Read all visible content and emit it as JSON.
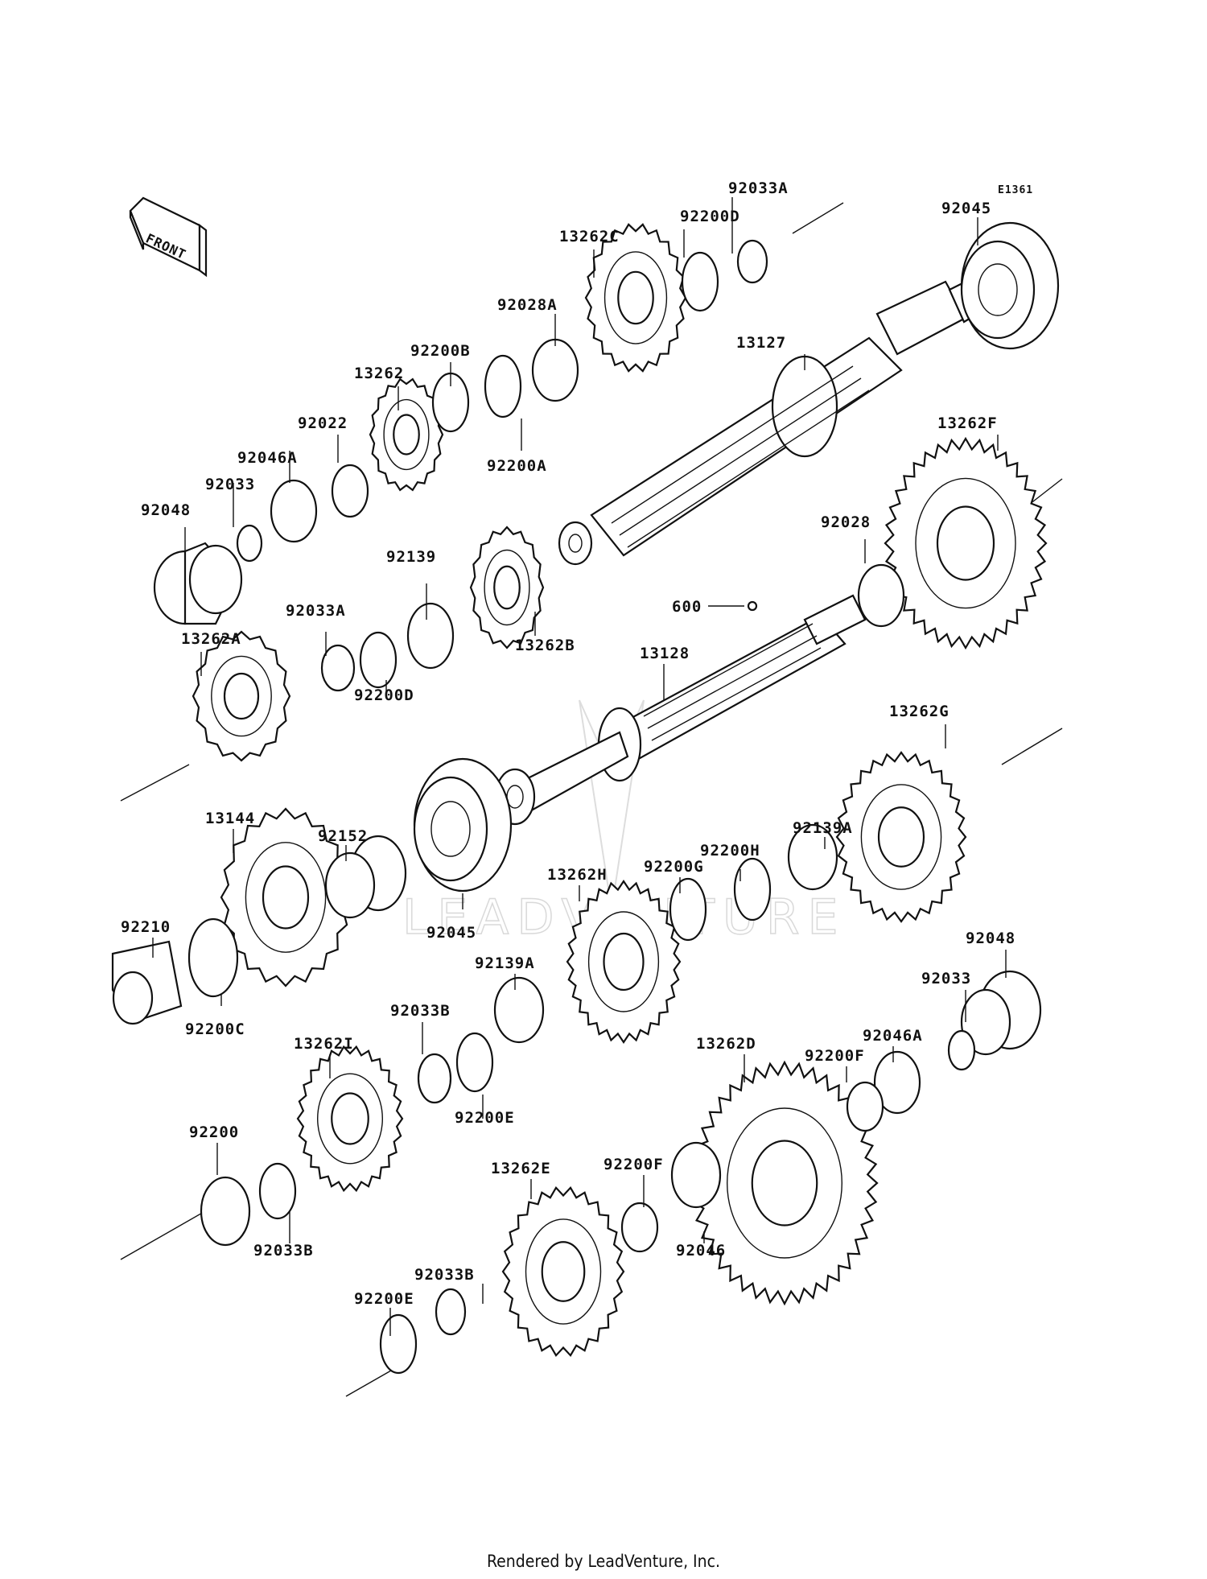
{
  "diagram_code": "E1361",
  "front_label": "FRONT",
  "watermark_text": "LEADVENTURE",
  "footer": "Rendered by LeadVenture, Inc.",
  "parts": [
    {
      "id": "92033A"
    },
    {
      "id": "92200D"
    },
    {
      "id": "13262C"
    },
    {
      "id": "92045"
    },
    {
      "id": "92028A"
    },
    {
      "id": "13127"
    },
    {
      "id": "92200B"
    },
    {
      "id": "13262"
    },
    {
      "id": "92200A"
    },
    {
      "id": "92022"
    },
    {
      "id": "92046A"
    },
    {
      "id": "92033"
    },
    {
      "id": "92048"
    },
    {
      "id": "13262F"
    },
    {
      "id": "92028"
    },
    {
      "id": "92139"
    },
    {
      "id": "92033A"
    },
    {
      "id": "13262B"
    },
    {
      "id": "600"
    },
    {
      "id": "13262A"
    },
    {
      "id": "13128"
    },
    {
      "id": "92200D"
    },
    {
      "id": "13262G"
    },
    {
      "id": "92152"
    },
    {
      "id": "13144"
    },
    {
      "id": "92139A"
    },
    {
      "id": "92200H"
    },
    {
      "id": "92200G"
    },
    {
      "id": "13262H"
    },
    {
      "id": "92045"
    },
    {
      "id": "92210"
    },
    {
      "id": "92139A"
    },
    {
      "id": "92048"
    },
    {
      "id": "92033"
    },
    {
      "id": "92200C"
    },
    {
      "id": "92033B"
    },
    {
      "id": "13262I"
    },
    {
      "id": "92046A"
    },
    {
      "id": "13262D"
    },
    {
      "id": "92200F"
    },
    {
      "id": "92200E"
    },
    {
      "id": "92200"
    },
    {
      "id": "92033B"
    },
    {
      "id": "92200F"
    },
    {
      "id": "13262E"
    },
    {
      "id": "92033B"
    },
    {
      "id": "92046"
    },
    {
      "id": "92200E"
    }
  ]
}
